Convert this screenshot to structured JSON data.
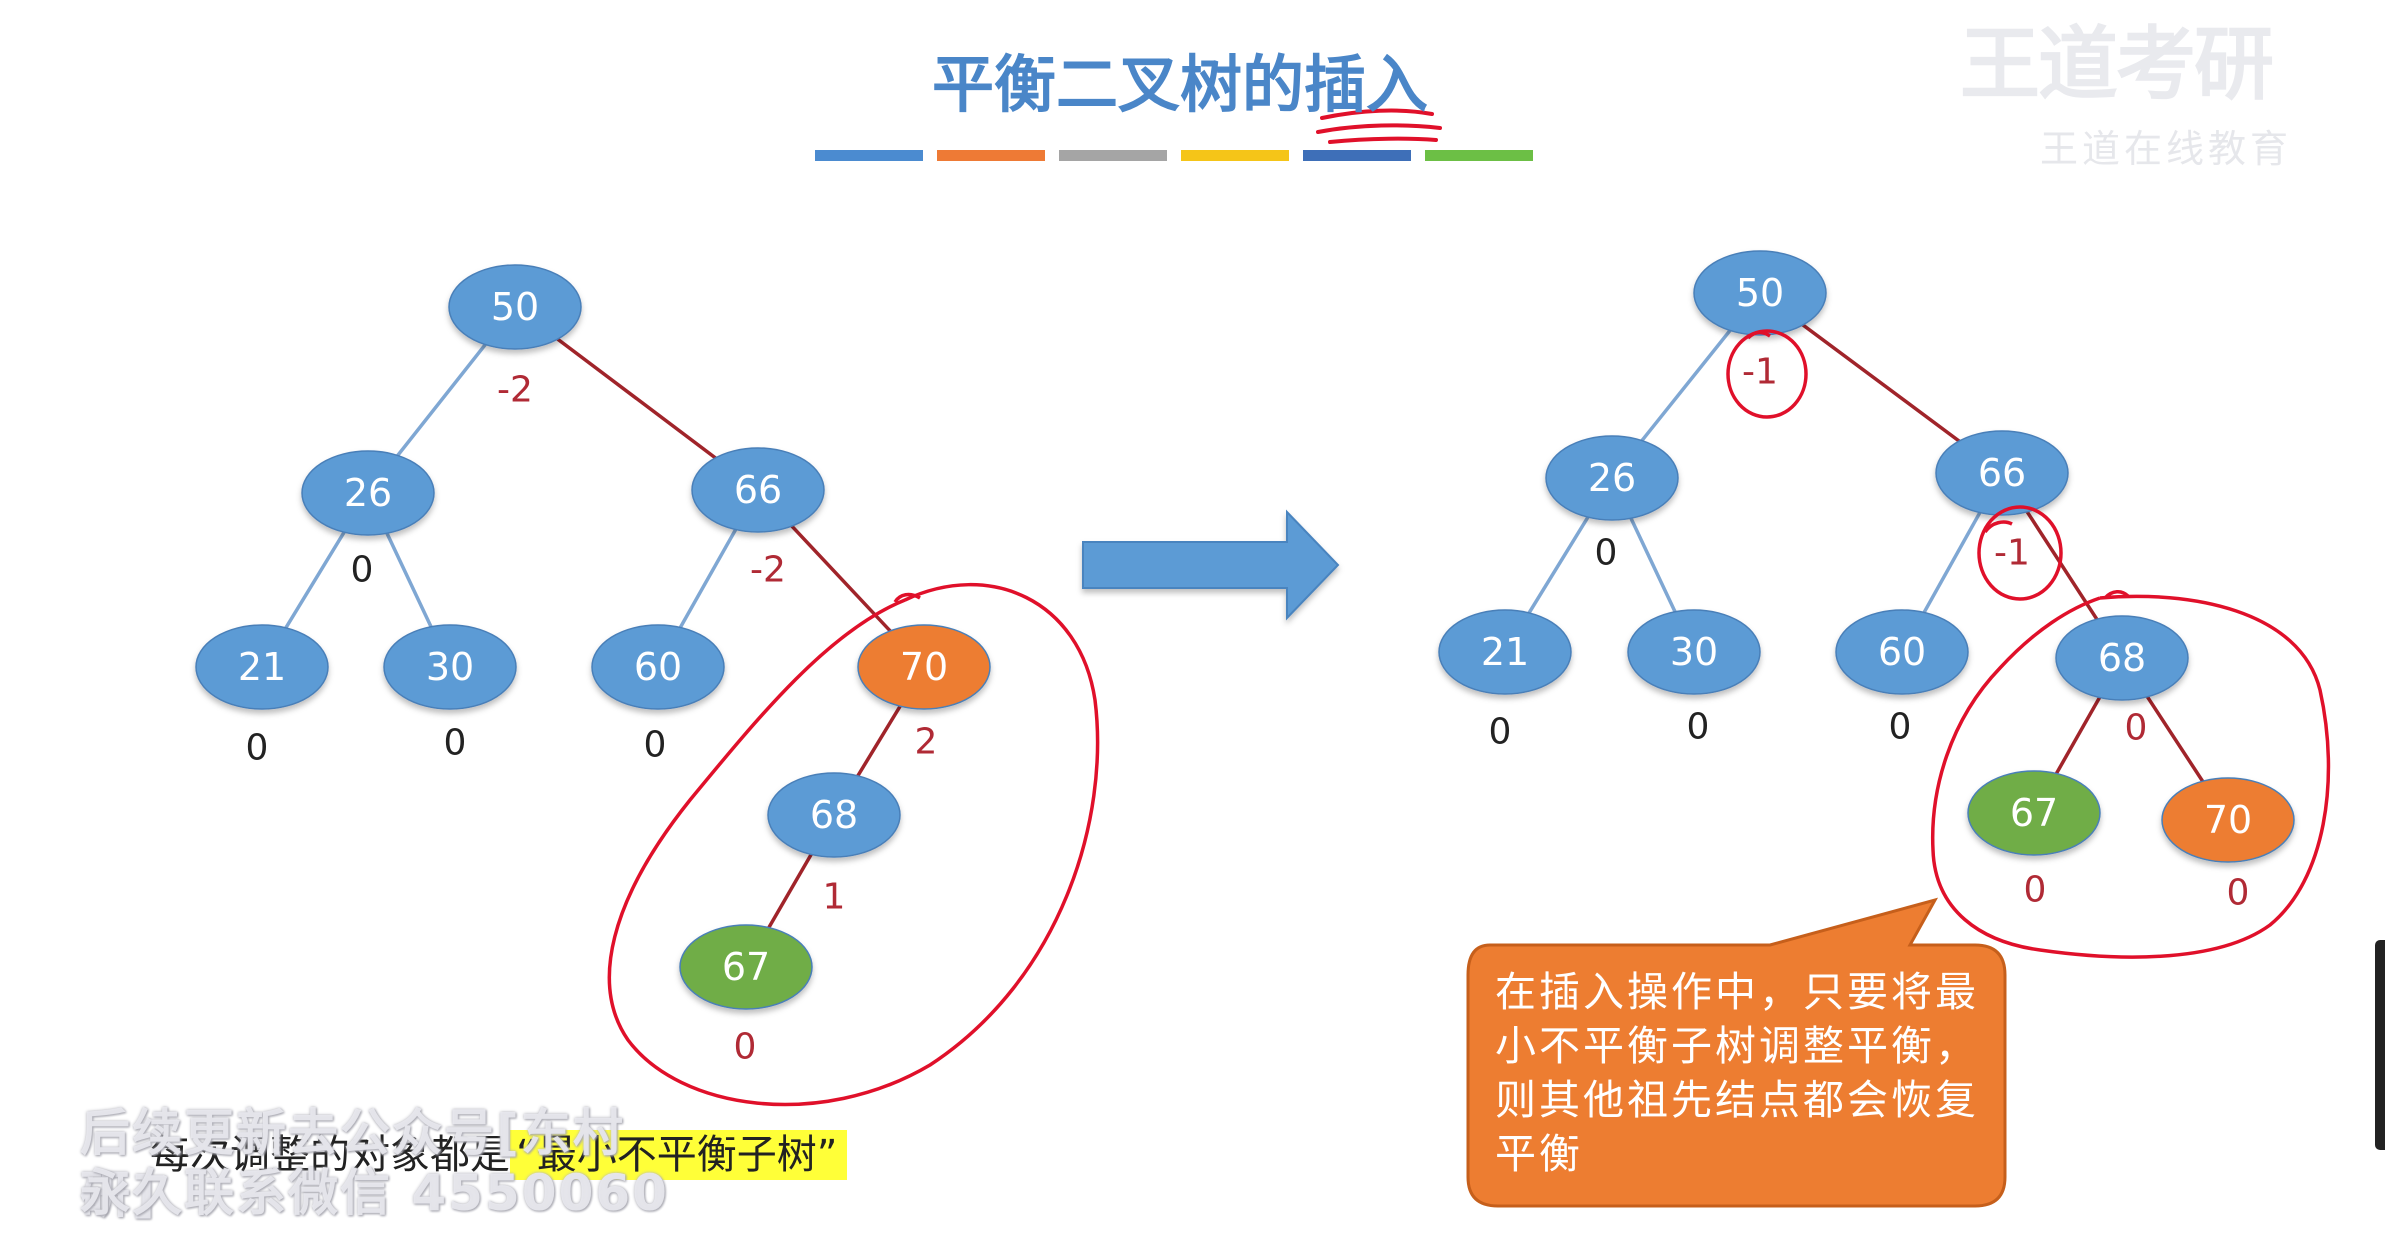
{
  "title": "平衡二叉树的插入",
  "watermark": {
    "logo": "王道考研",
    "sub": "王道在线教育"
  },
  "color_bar": [
    "#4b8bd0",
    "#ee7a35",
    "#a5a5a5",
    "#f5c518",
    "#3e6fb8",
    "#6cbf45"
  ],
  "colors": {
    "node_blue": "#5b9bd5",
    "node_orange": "#ed7d31",
    "node_green": "#70ad47",
    "edge_blue": "#7fa7d3",
    "edge_red": "#a0242a",
    "bf_red": "#b02a35",
    "bf_black": "#222222",
    "ink_red": "#e0102a"
  },
  "trees": {
    "before": {
      "nodes": [
        {
          "id": "50",
          "label": "50",
          "bf": "-2",
          "fill": "blue",
          "bf_color": "red"
        },
        {
          "id": "26",
          "label": "26",
          "bf": "0",
          "fill": "blue",
          "bf_color": "black"
        },
        {
          "id": "66",
          "label": "66",
          "bf": "-2",
          "fill": "blue",
          "bf_color": "red"
        },
        {
          "id": "21",
          "label": "21",
          "bf": "0",
          "fill": "blue",
          "bf_color": "black"
        },
        {
          "id": "30",
          "label": "30",
          "bf": "0",
          "fill": "blue",
          "bf_color": "black"
        },
        {
          "id": "60",
          "label": "60",
          "bf": "0",
          "fill": "blue",
          "bf_color": "black"
        },
        {
          "id": "70",
          "label": "70",
          "bf": "2",
          "fill": "orange",
          "bf_color": "red"
        },
        {
          "id": "68",
          "label": "68",
          "bf": "1",
          "fill": "blue",
          "bf_color": "red"
        },
        {
          "id": "67",
          "label": "67",
          "bf": "0",
          "fill": "green",
          "bf_color": "red"
        }
      ],
      "edges": [
        {
          "from": "50",
          "to": "26",
          "color": "blue"
        },
        {
          "from": "50",
          "to": "66",
          "color": "red"
        },
        {
          "from": "26",
          "to": "21",
          "color": "blue"
        },
        {
          "from": "26",
          "to": "30",
          "color": "blue"
        },
        {
          "from": "66",
          "to": "60",
          "color": "blue"
        },
        {
          "from": "66",
          "to": "70",
          "color": "red"
        },
        {
          "from": "70",
          "to": "68",
          "color": "red"
        },
        {
          "from": "68",
          "to": "67",
          "color": "red"
        }
      ]
    },
    "after": {
      "nodes": [
        {
          "id": "50",
          "label": "50",
          "bf": "-1",
          "fill": "blue",
          "bf_color": "red"
        },
        {
          "id": "26",
          "label": "26",
          "bf": "0",
          "fill": "blue",
          "bf_color": "black"
        },
        {
          "id": "66",
          "label": "66",
          "bf": "-1",
          "fill": "blue",
          "bf_color": "red"
        },
        {
          "id": "21",
          "label": "21",
          "bf": "0",
          "fill": "blue",
          "bf_color": "black"
        },
        {
          "id": "30",
          "label": "30",
          "bf": "0",
          "fill": "blue",
          "bf_color": "black"
        },
        {
          "id": "60",
          "label": "60",
          "bf": "0",
          "fill": "blue",
          "bf_color": "black"
        },
        {
          "id": "68",
          "label": "68",
          "bf": "0",
          "fill": "blue",
          "bf_color": "red"
        },
        {
          "id": "67",
          "label": "67",
          "bf": "0",
          "fill": "green",
          "bf_color": "red"
        },
        {
          "id": "70",
          "label": "70",
          "bf": "0",
          "fill": "orange",
          "bf_color": "red"
        }
      ],
      "edges": [
        {
          "from": "50",
          "to": "26",
          "color": "blue"
        },
        {
          "from": "50",
          "to": "66",
          "color": "red"
        },
        {
          "from": "26",
          "to": "21",
          "color": "blue"
        },
        {
          "from": "26",
          "to": "30",
          "color": "blue"
        },
        {
          "from": "66",
          "to": "60",
          "color": "blue"
        },
        {
          "from": "66",
          "to": "68",
          "color": "red"
        },
        {
          "from": "68",
          "to": "67",
          "color": "red"
        },
        {
          "from": "68",
          "to": "70",
          "color": "red"
        }
      ]
    }
  },
  "caption": {
    "prefix": "每次调整的对象都是",
    "highlight": "“最小不平衡子树”"
  },
  "callout": "在插入操作中，只要将最小不平衡子树调整平衡，则其他祖先结点都会恢复平衡",
  "overlay": {
    "line1": "后续更新去公众号[东村研]",
    "line2": "永久联系微信 4550060"
  }
}
